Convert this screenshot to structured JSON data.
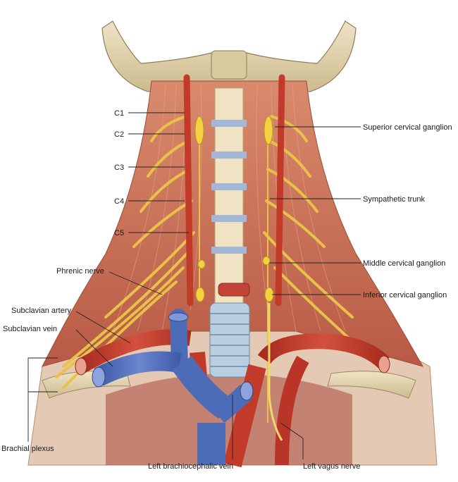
{
  "labels": {
    "c1": "C1",
    "c2": "C2",
    "c3": "C3",
    "c4": "C4",
    "c5": "C5",
    "superior_cervical_ganglion": "Superior cervical ganglion",
    "sympathetic_trunk": "Sympathetic trunk",
    "middle_cervical_ganglion": "Middle cervical ganglion",
    "inferior_cervical_ganglion": "Inferior cervical ganglion",
    "phrenic_nerve": "Phrenic nerve",
    "subclavian_artery": "Subclavian artery",
    "subclavian_vein": "Subclavian vein",
    "brachial_plexus": "Brachial plexus",
    "left_brachiocephalic_vein": "Left brachiocephalic vein",
    "left_vagus_nerve": "Left vagus nerve"
  },
  "colors": {
    "bone": "#e6d9b8",
    "muscle": "#c9735a",
    "nerve": "#f1cf54",
    "artery": "#c23a2a",
    "vein": "#4d6cb8",
    "cartilage": "#b9cfe0"
  }
}
